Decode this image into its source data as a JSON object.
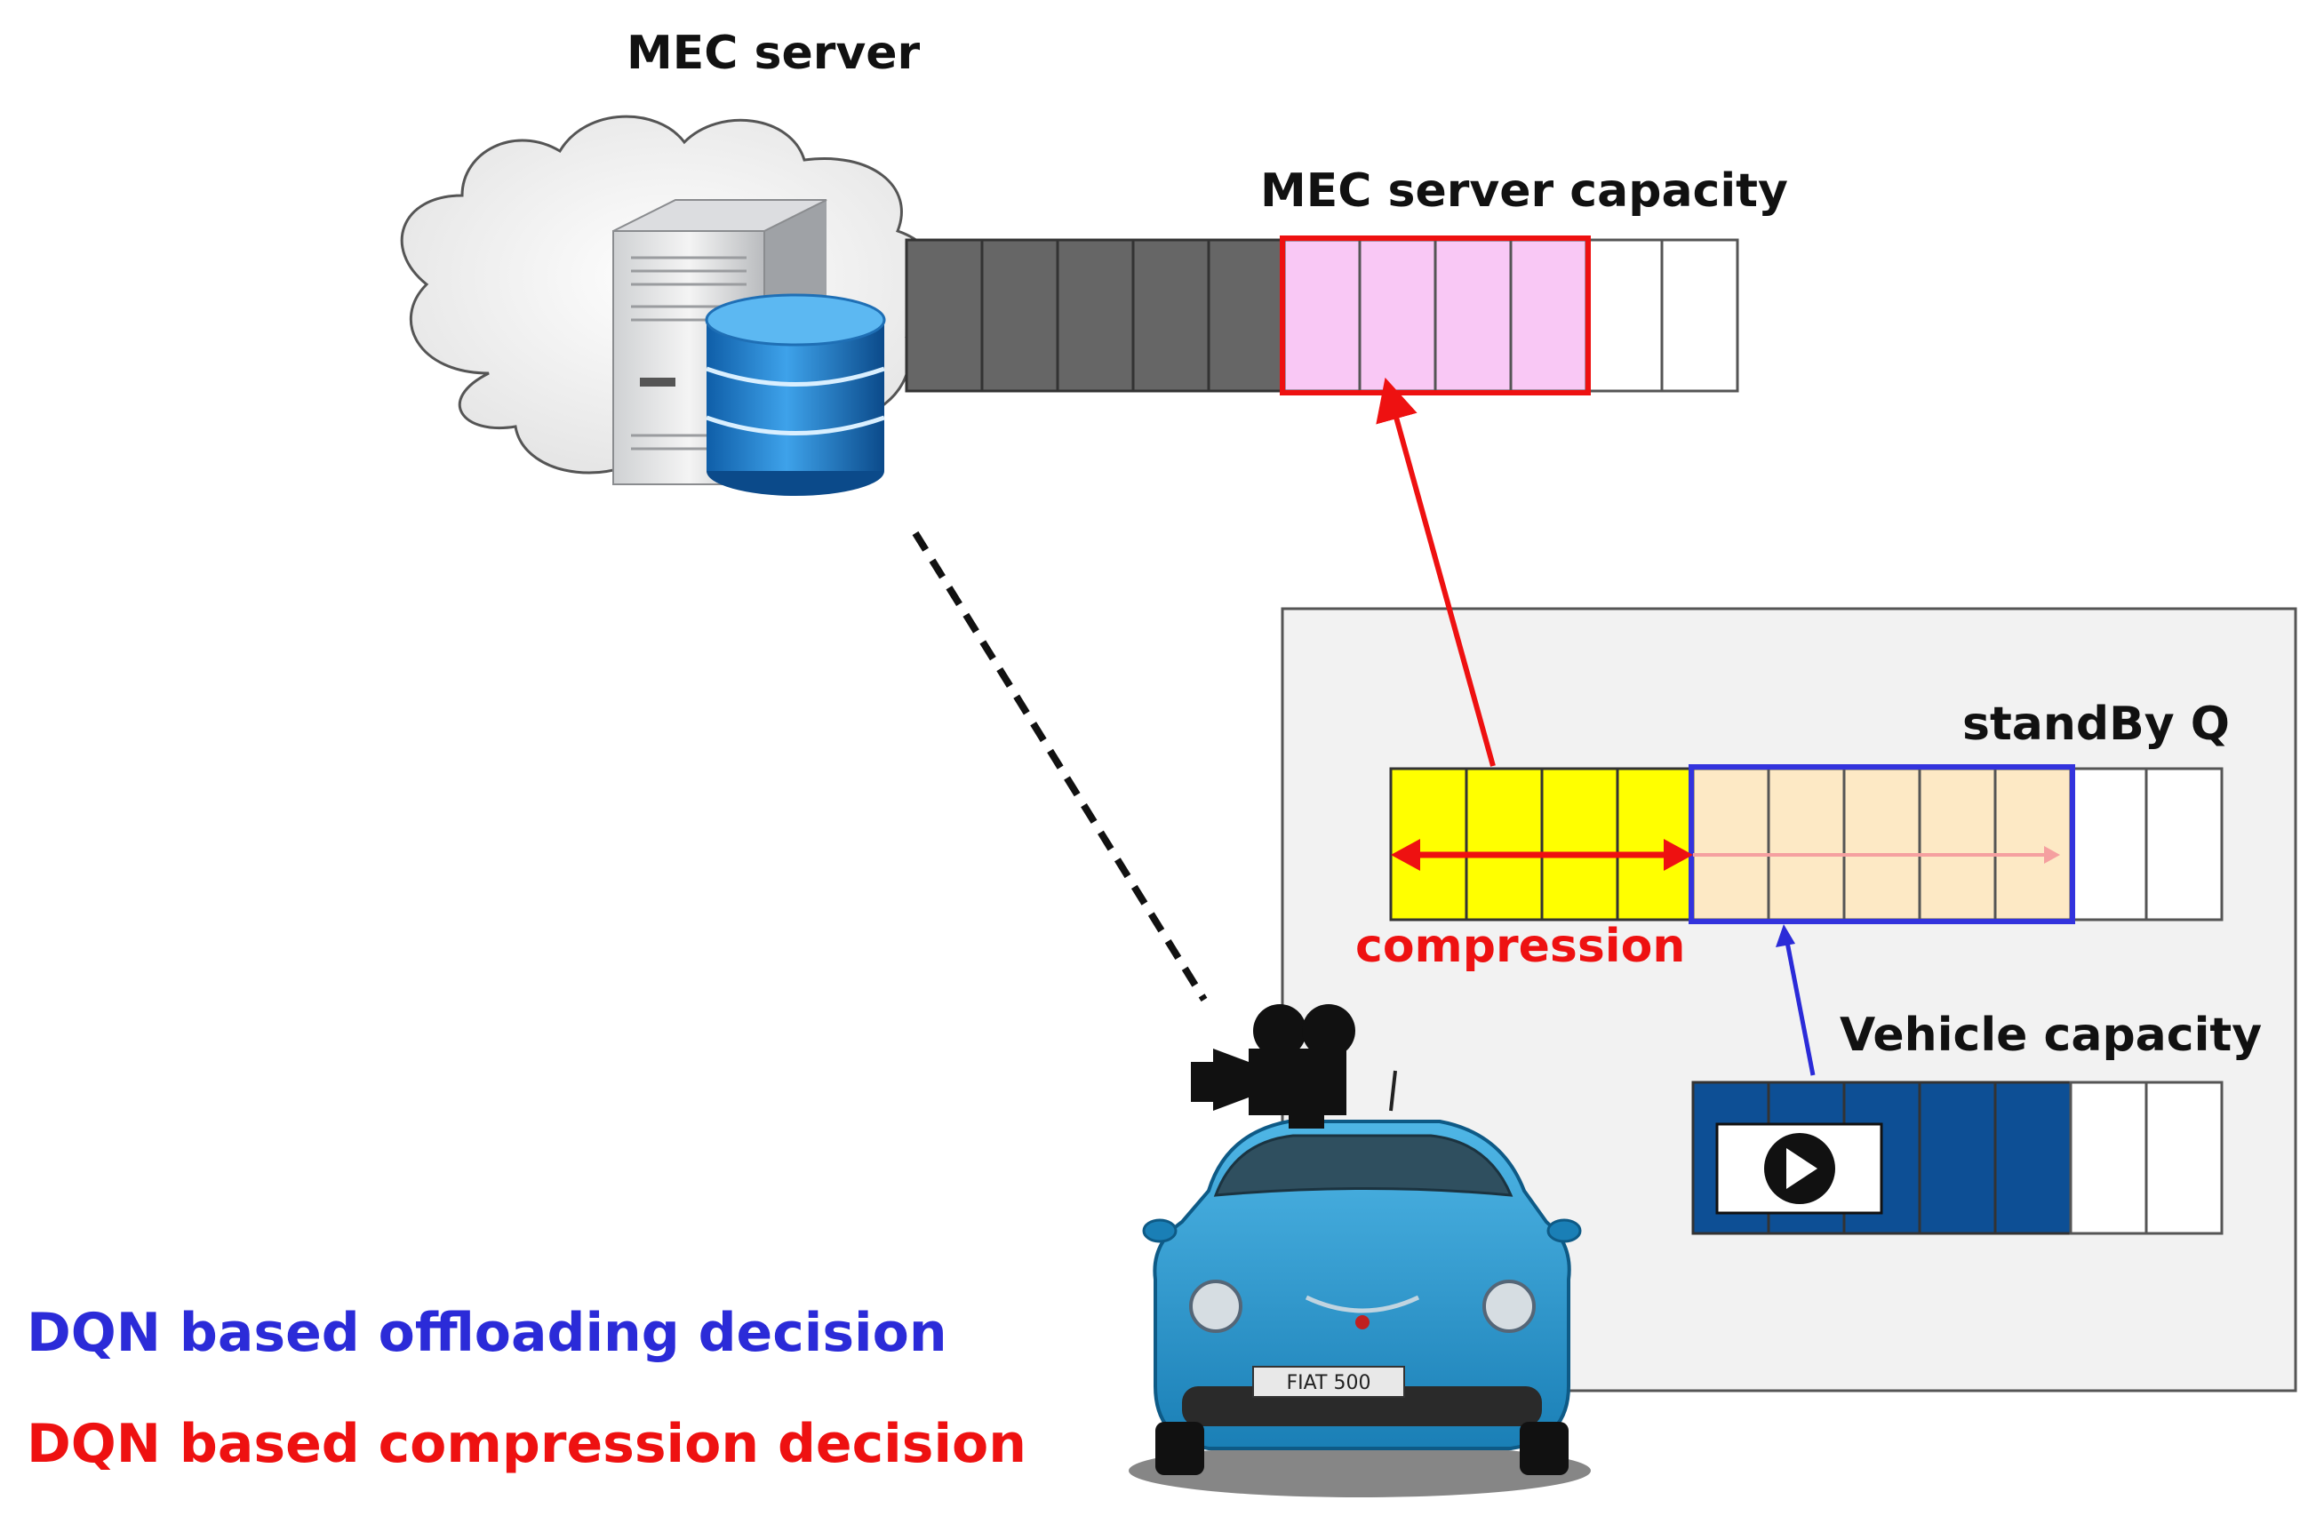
{
  "labels": {
    "mec_server": "MEC server",
    "mec_capacity": "MEC server capacity",
    "standby_q": "standBy Q",
    "compression": "compression",
    "vehicle_capacity": "Vehicle capacity",
    "license_plate": "FIAT 500"
  },
  "legend": {
    "offloading": "DQN based offloading decision",
    "compression": "DQN based compression decision"
  },
  "colors": {
    "offloading": "#2b2bd8",
    "compression": "#ee1111",
    "mec_used": "#666666",
    "mec_allocated": "#f9c8f5",
    "standby_compressed": "#ffff00",
    "standby_pending": "#fde9c5",
    "vehicle_used": "#0d4f95",
    "panel_bg": "#f2f2f2"
  },
  "queues": {
    "mec_server": {
      "total_slots": 11,
      "used_slots": 5,
      "allocated_slots": 4
    },
    "standby": {
      "total_slots": 11,
      "compressed_slots": 4,
      "pending_slots": 5
    },
    "vehicle": {
      "total_slots": 7,
      "used_slots": 5
    }
  },
  "icons": [
    "cloud-icon",
    "server-tower-icon",
    "database-icon",
    "video-camera-icon",
    "car-icon",
    "play-icon"
  ]
}
